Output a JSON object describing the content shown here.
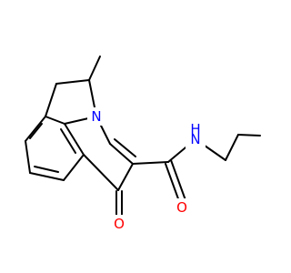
{
  "molecule": {
    "colors": {
      "bond": "#000000",
      "nitrogen": "#0000ff",
      "oxygen": "#ff0000",
      "background": "#ffffff"
    },
    "atoms": {
      "ring_nitrogen": "N",
      "amide_nitrogen": "N",
      "amide_hydrogen": "H",
      "ketone_oxygen": "O",
      "amide_oxygen": "O"
    }
  }
}
